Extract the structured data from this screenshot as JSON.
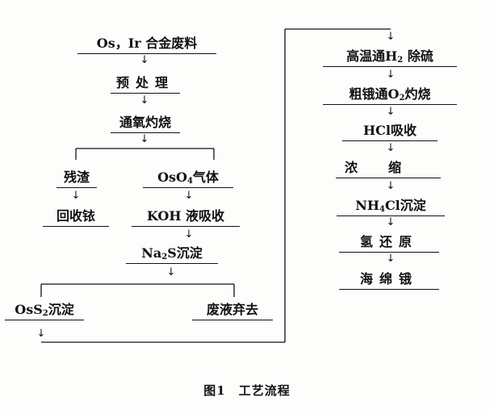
{
  "nodes": {
    "alloy": {
      "pre": "Os，Ir 合金废料"
    },
    "pretreat": {
      "pre": "预处理"
    },
    "burn": {
      "pre": "通氧灼烧"
    },
    "residue": {
      "pre": "残渣"
    },
    "oso4": {
      "pre": "OsO",
      "sub": "4",
      "post": "气体"
    },
    "recover_ir": {
      "pre": "回收铱"
    },
    "koh": {
      "pre": "KOH 液吸收"
    },
    "na2s": {
      "pre": "Na",
      "sub": "2",
      "post": "S沉淀"
    },
    "oss2": {
      "pre": "OsS",
      "sub": "2",
      "post": "沉淀"
    },
    "waste": {
      "pre": "废液弃去"
    },
    "h2s_removal": {
      "pre": "高温通H",
      "sub": "2",
      "post": " 除硫"
    },
    "crude_os": {
      "pre": "粗锇通O",
      "sub": "2",
      "post": "灼烧"
    },
    "hcl": {
      "pre": "HCl吸收"
    },
    "concentrate": {
      "pre": "浓缩"
    },
    "nh4cl": {
      "pre": "NH",
      "sub": "4",
      "post": "Cl沉淀"
    },
    "h_reduce": {
      "pre": "氢还原"
    },
    "sponge_os": {
      "pre": "海绵锇"
    }
  },
  "arrow_glyph": "↓",
  "caption": "图1　工艺流程"
}
